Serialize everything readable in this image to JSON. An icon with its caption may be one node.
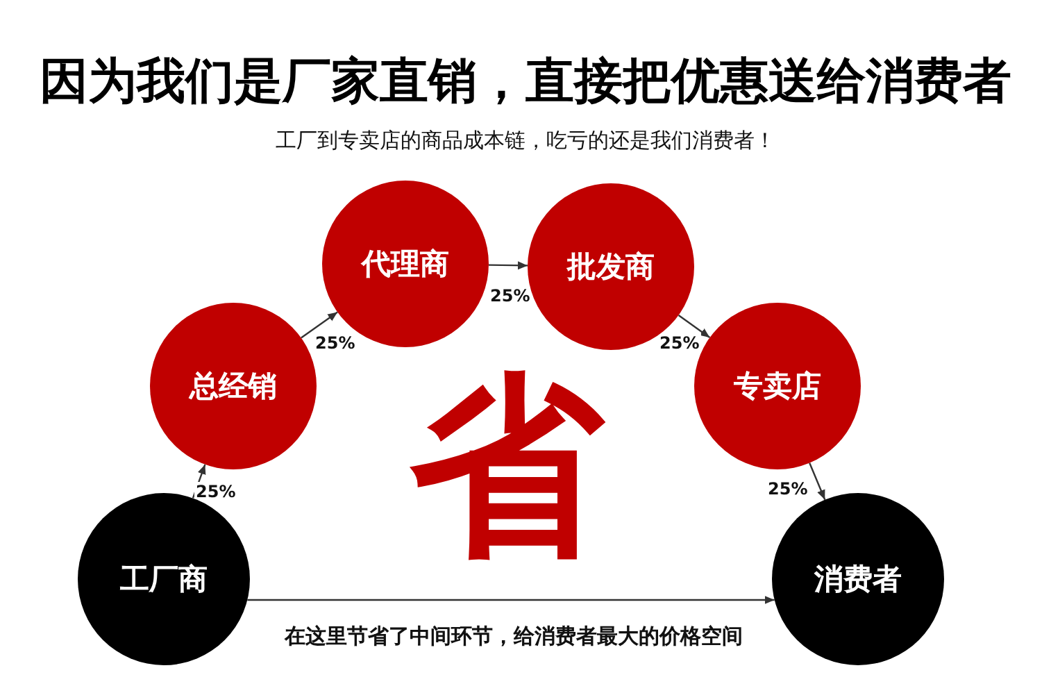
{
  "diagram": {
    "title": "因为我们是厂家直销，直接把优惠送给消费者",
    "nodes": [
      {
        "text": [
          "工厂商"
        ]
      },
      {
        "text": [
          "总经销"
        ]
      },
      {
        "text": [
          "代理商"
        ]
      },
      {
        "text": [
          "批发商"
        ]
      },
      {
        "text": [
          "专卖店"
        ]
      },
      {
        "text": [
          "消费者"
        ]
      }
    ],
    "edges": [
      {
        "from": 0,
        "to": 1,
        "arrow": "to",
        "label": "25%"
      },
      {
        "from": 1,
        "to": 2,
        "arrow": "to",
        "label": "25%"
      },
      {
        "from": 2,
        "to": 3,
        "arrow": "to",
        "label": "25%"
      },
      {
        "from": 3,
        "to": 4,
        "arrow": "to",
        "label": "25%"
      },
      {
        "from": 4,
        "to": 5,
        "arrow": "to",
        "label": "25%"
      },
      {
        "from": 0,
        "to": 5,
        "arrow": "to",
        "label": "在这里节省了中间环节，给消费者最大的价格空间"
      }
    ],
    "labels": [
      "工厂到专卖店的商品成本链，吃亏的还是我们消费者！",
      "省"
    ]
  }
}
